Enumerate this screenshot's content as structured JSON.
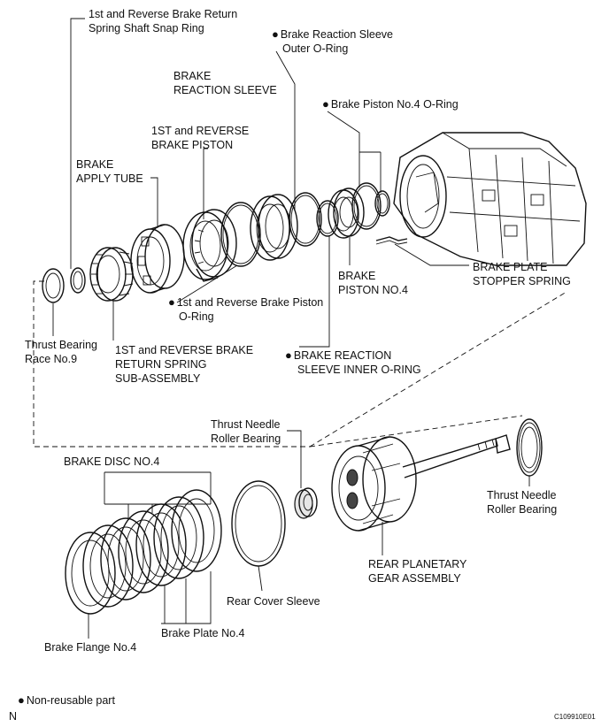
{
  "labels": {
    "snap_ring_1": "1st and Reverse Brake Return",
    "snap_ring_2": "Spring Shaft Snap Ring",
    "sleeve_outer_oring_1": "Brake Reaction Sleeve",
    "sleeve_outer_oring_2": "Outer O-Ring",
    "reaction_sleeve_1": "BRAKE",
    "reaction_sleeve_2": "REACTION SLEEVE",
    "piston4_oring": "Brake Piston No.4 O-Ring",
    "rev_piston_1": "1ST and REVERSE",
    "rev_piston_2": "BRAKE PISTON",
    "apply_tube_1": "BRAKE",
    "apply_tube_2": "APPLY TUBE",
    "stopper_spring_1": "BRAKE PLATE",
    "stopper_spring_2": "STOPPER SPRING",
    "piston4_1": "BRAKE",
    "piston4_2": "PISTON NO.4",
    "rev_piston_oring_1": "1st and Reverse Brake Piston",
    "rev_piston_oring_2": "O-Ring",
    "race9_1": "Thrust Bearing",
    "race9_2": "Race No.9",
    "return_spring_1": "1ST and REVERSE BRAKE",
    "return_spring_2": "RETURN SPRING",
    "return_spring_3": "SUB-ASSEMBLY",
    "inner_oring_1": "BRAKE REACTION",
    "inner_oring_2": "SLEEVE INNER O-RING",
    "needle_top_1": "Thrust Needle",
    "needle_top_2": "Roller Bearing",
    "disc4": "BRAKE DISC NO.4",
    "needle_right_1": "Thrust Needle",
    "needle_right_2": "Roller Bearing",
    "planetary_1": "REAR PLANETARY",
    "planetary_2": "GEAR ASSEMBLY",
    "cover_sleeve": "Rear Cover Sleeve",
    "plate4": "Brake Plate No.4",
    "flange4": "Brake Flange No.4"
  },
  "legend": {
    "non_reusable": "Non-reusable part"
  },
  "footer": {
    "north": "N",
    "code": "C109910E01"
  }
}
